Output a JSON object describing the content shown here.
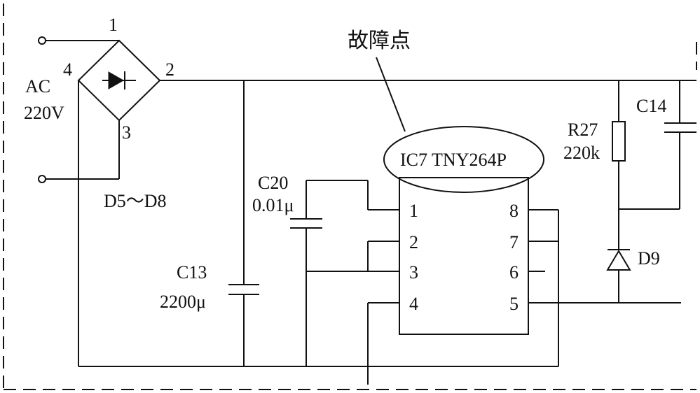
{
  "fault_label": "故障点",
  "ic": {
    "label": "IC7 TNY264P",
    "pins": [
      "1",
      "2",
      "3",
      "4",
      "5",
      "6",
      "7",
      "8"
    ]
  },
  "bridge": {
    "nodes": [
      "1",
      "2",
      "3",
      "4"
    ],
    "label": "D5～D8"
  },
  "ac": {
    "label": "AC",
    "voltage": "220V"
  },
  "c13": {
    "name": "C13",
    "value": "2200μ"
  },
  "c20": {
    "name": "C20",
    "value": "0.01μ"
  },
  "c14": {
    "name": "C14"
  },
  "r27": {
    "name": "R27",
    "value": "220k"
  },
  "d9": {
    "name": "D9"
  }
}
